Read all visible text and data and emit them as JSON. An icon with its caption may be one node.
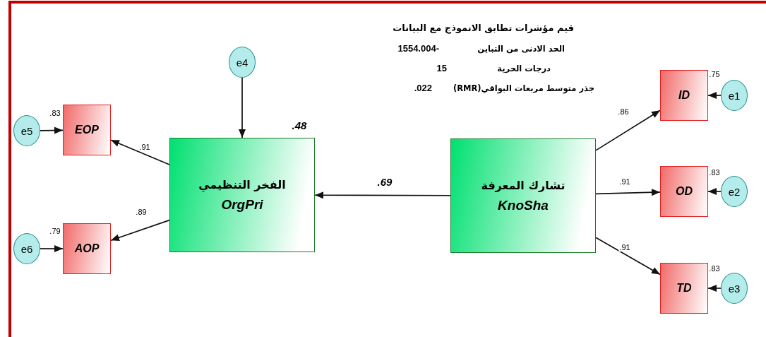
{
  "diagram": {
    "nodes": [
      {
        "text": [
          "e4"
        ]
      },
      {
        "text": [
          "e5"
        ]
      },
      {
        "text": [
          "EOP"
        ],
        "beside": [
          ".83"
        ]
      },
      {
        "text": [
          "الفخر التنظيمي",
          "OrgPri"
        ],
        "beside": [
          ".48"
        ]
      },
      {
        "text": [
          "تشارك المعرفة",
          "KnoSha"
        ]
      },
      {
        "text": [
          "ID"
        ],
        "beside": [
          ".75"
        ]
      },
      {
        "text": [
          "e1"
        ]
      },
      {
        "text": [
          "e6"
        ]
      },
      {
        "text": [
          "AOP"
        ],
        "beside": [
          ".79"
        ]
      },
      {
        "text": [
          "OD"
        ],
        "beside": [
          ".83"
        ]
      },
      {
        "text": [
          "e2"
        ]
      },
      {
        "text": [
          "TD"
        ],
        "beside": [
          ".83"
        ]
      },
      {
        "text": [
          "e3"
        ]
      }
    ],
    "edges": [
      {
        "from": 0,
        "to": 3,
        "arrow": "to"
      },
      {
        "from": 1,
        "to": 2,
        "arrow": "to"
      },
      {
        "from": 3,
        "to": 2,
        "arrow": "to",
        "label": ".91"
      },
      {
        "from": 3,
        "to": 8,
        "arrow": "to",
        "label": ".89"
      },
      {
        "from": 7,
        "to": 8,
        "arrow": "to"
      },
      {
        "from": 4,
        "to": 3,
        "arrow": "to",
        "label": ".69"
      },
      {
        "from": 4,
        "to": 5,
        "arrow": "to",
        "label": ".86"
      },
      {
        "from": 4,
        "to": 9,
        "arrow": "to",
        "label": ".91"
      },
      {
        "from": 4,
        "to": 11,
        "arrow": "to",
        "label": ".91"
      },
      {
        "from": 6,
        "to": 5,
        "arrow": "to"
      },
      {
        "from": 10,
        "to": 9,
        "arrow": "to"
      },
      {
        "from": 12,
        "to": 11,
        "arrow": "to"
      }
    ],
    "labels": [
      "قيم مؤشرات تطابق الانموذج مع البيانات",
      "الحد الادنى من التباين",
      "1554.004-",
      "درجات الحرية",
      "15",
      "جذر متوسط مربعات البواقي(RMR)",
      ".022"
    ]
  }
}
